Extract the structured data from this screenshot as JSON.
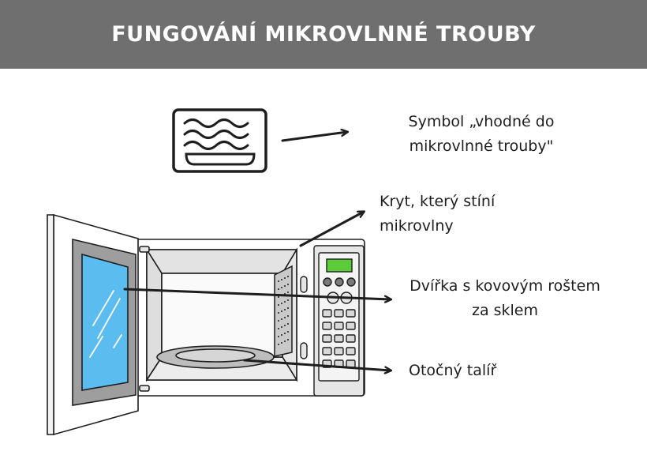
{
  "title": "FUNGOVÁNÍ MIKROVLNNÉ TROUBY",
  "colors": {
    "header": "#6f6f6f",
    "glass": "#5bbcf0",
    "outline": "#1e1e1e",
    "display": "#5ccd3a",
    "panel": "#e6e6e6"
  },
  "labels": {
    "symbol": {
      "line1": "Symbol „vhodné do",
      "line2": "mikrovlnné trouby\""
    },
    "cover": {
      "line1": "Kryt, který stíní",
      "line2": "mikrovlny"
    },
    "door": {
      "line1": "Dvířka s kovovým roštem",
      "line2": "za sklem"
    },
    "plate": {
      "line1": "Otočný talíř"
    }
  }
}
